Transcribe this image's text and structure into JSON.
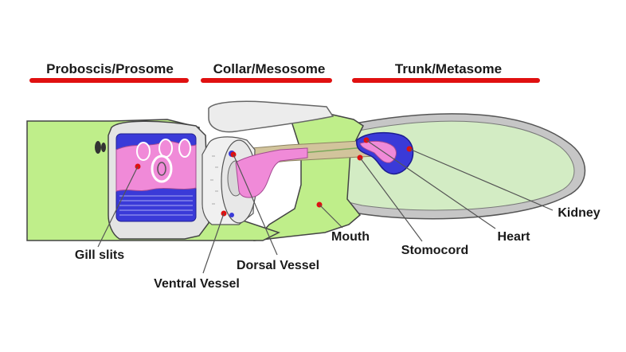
{
  "headers": {
    "proboscis": "Proboscis/Prosome",
    "collar": "Collar/Mesosome",
    "trunk": "Trunk/Metasome"
  },
  "labels": {
    "gill_slits": "Gill slits",
    "ventral_vessel": "Ventral Vessel",
    "dorsal_vessel": "Dorsal Vessel",
    "mouth": "Mouth",
    "stomocord": "Stomocord",
    "heart": "Heart",
    "kidney": "Kidney"
  },
  "colors": {
    "underline": "#e01010",
    "body_green": "#bfee8a",
    "pale_green": "#d3ecc4",
    "pink": "#f08ad8",
    "blue": "#3a3ad8",
    "outline": "#444444",
    "marker": "#e01010"
  }
}
